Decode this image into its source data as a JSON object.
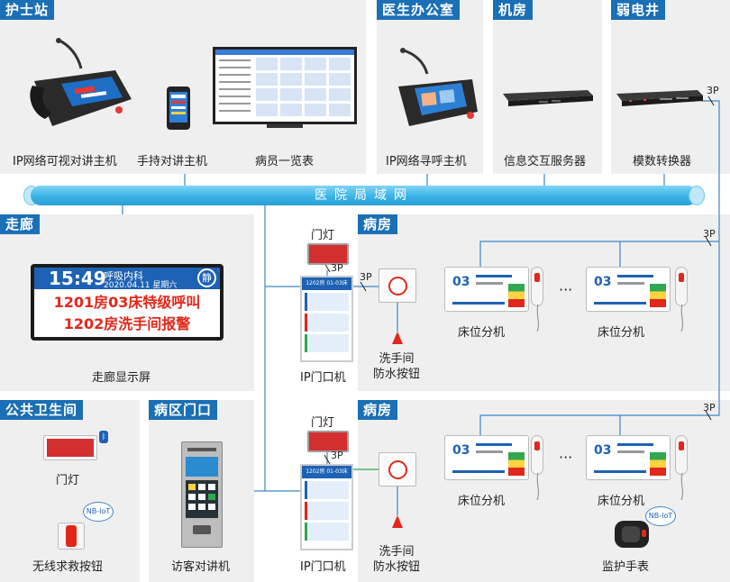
{
  "sections": {
    "nurse_station": "护士站",
    "doctor_office": "医生办公室",
    "machine_room": "机房",
    "weak_well": "弱电井",
    "corridor": "走廊",
    "ward_1": "病房",
    "ward_2": "病房",
    "public_toilet": "公共卫生间",
    "ward_entrance": "病区门口"
  },
  "devices": {
    "ip_video_master": "IP网络可视对讲主机",
    "handheld_master": "手持对讲主机",
    "patient_list": "病员一览表",
    "ip_paging_master": "IP网络寻呼主机",
    "info_server": "信息交互服务器",
    "converter": "模数转换器",
    "corridor_display": "走廊显示屏",
    "door_light_1": "门灯",
    "door_light_2": "门灯",
    "ip_door_1": "IP门口机",
    "ip_door_2": "IP门口机",
    "toilet_button_1": "洗手间\n防水按钮",
    "toilet_button_2": "洗手间\n防水按钮",
    "bed_ext_1a": "床位分机",
    "bed_ext_1b": "床位分机",
    "bed_ext_2a": "床位分机",
    "bed_ext_2b": "床位分机",
    "public_door_light": "门灯",
    "wireless_sos": "无线求救按钮",
    "visitor_intercom": "访客对讲机",
    "monitor_band": "监护手表"
  },
  "network": {
    "bus_label": "医院局域网"
  },
  "display": {
    "time": "15:49",
    "dept": "呼吸内科",
    "date": "2020.04.11  星期六",
    "mute": "静",
    "line1": "1201房03床特级呼叫",
    "line2": "1202房洗手间报警"
  },
  "door_panel": {
    "header_1": "1202房 01-03床",
    "header_2": "1202房 01-03床"
  },
  "bed_screen": {
    "bed_no": "03"
  },
  "wiring": {
    "three_p": "3P",
    "dots": "···",
    "nb_iot": "NB-IoT"
  },
  "colors": {
    "accent": "#1a6fb5",
    "bus": "#3bb3e6",
    "alarm_red": "#e0271a",
    "panel_bg": "#efefef"
  }
}
